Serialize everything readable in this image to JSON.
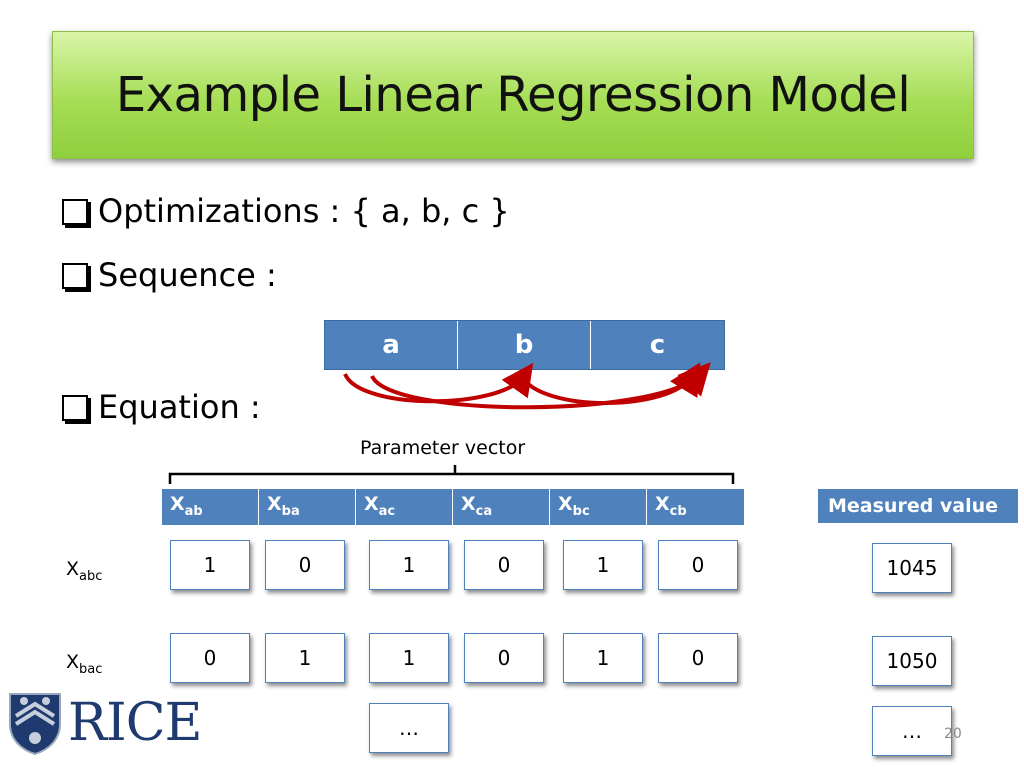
{
  "title": "Example Linear Regression Model",
  "bullets": {
    "optimizations": "Optimizations : { a, b, c }",
    "sequence": "Sequence :",
    "equation": "Equation :"
  },
  "sequence_cells": [
    "a",
    "b",
    "c"
  ],
  "parameter_label": "Parameter vector",
  "params": [
    {
      "base": "X",
      "sub": "ab"
    },
    {
      "base": "X",
      "sub": "ba"
    },
    {
      "base": "X",
      "sub": "ac"
    },
    {
      "base": "X",
      "sub": "ca"
    },
    {
      "base": "X",
      "sub": "bc"
    },
    {
      "base": "X",
      "sub": "cb"
    }
  ],
  "measured_header": "Measured value",
  "rows": [
    {
      "label_base": "X",
      "label_sub": "abc",
      "values": [
        "1",
        "0",
        "1",
        "0",
        "1",
        "0"
      ],
      "measured": "1045"
    },
    {
      "label_base": "X",
      "label_sub": "bac",
      "values": [
        "0",
        "1",
        "1",
        "0",
        "1",
        "0"
      ],
      "measured": "1050"
    }
  ],
  "ellipsis": "…",
  "logo_text": "RICE",
  "page_number": "20",
  "colors": {
    "accent": "#4f81bd",
    "arrow": "#c00000",
    "title_green": "#a6dd55"
  }
}
